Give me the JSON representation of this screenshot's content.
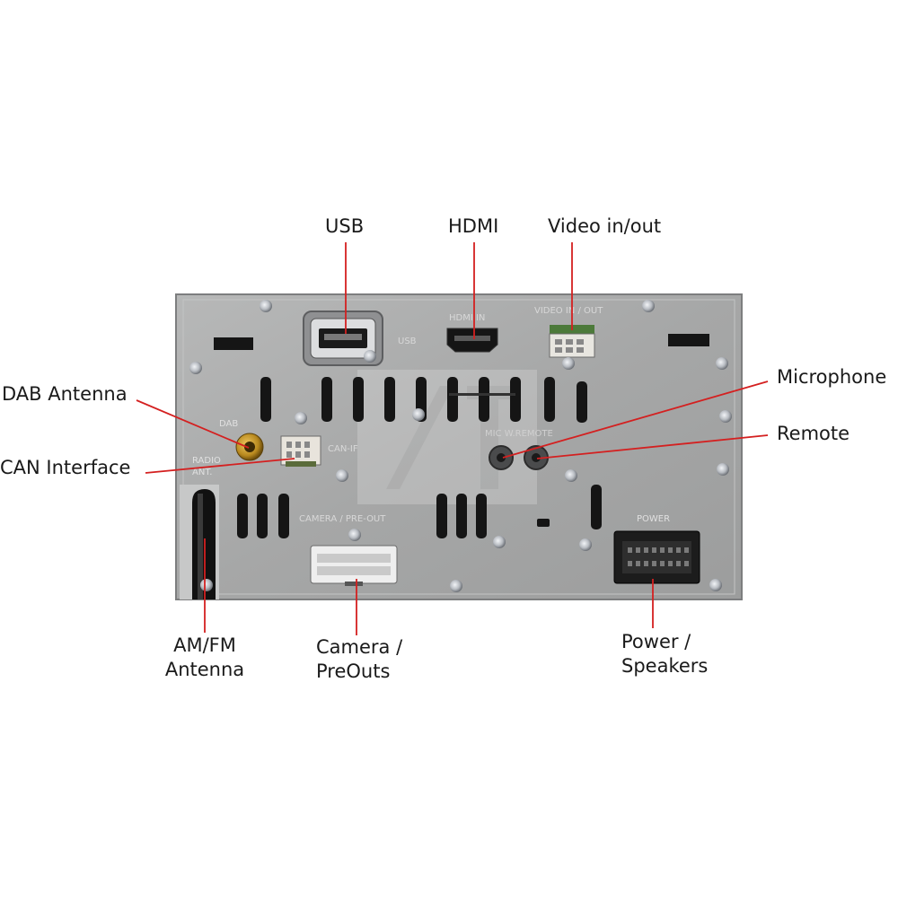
{
  "labels": {
    "usb": "USB",
    "hdmi": "HDMI",
    "video": "Video in/out",
    "dab_antenna": "DAB Antenna",
    "can_interface": "CAN Interface",
    "microphone": "Microphone",
    "remote": "Remote",
    "am_fm_line1": "AM/FM",
    "am_fm_line2": "Antenna",
    "camera_line1": "Camera /",
    "camera_line2": "PreOuts",
    "power_line1": "Power /",
    "power_line2": "Speakers"
  },
  "panel_text": {
    "usb": "USB",
    "hdmi_in": "HDMI IN",
    "video_in_out": "VIDEO IN / OUT",
    "dab": "DAB",
    "radio_ant_1": "RADIO",
    "radio_ant_2": "ANT.",
    "can_if": "CAN-IF",
    "mic_remote": "MIC  W.REMOTE",
    "camera_pre_out": "CAMERA / PRE-OUT",
    "power": "POWER"
  },
  "colors": {
    "panel": "#a9aaaa",
    "panel_edge": "#7d7e7f",
    "leader_line": "#d42020",
    "slot": "#151515"
  }
}
